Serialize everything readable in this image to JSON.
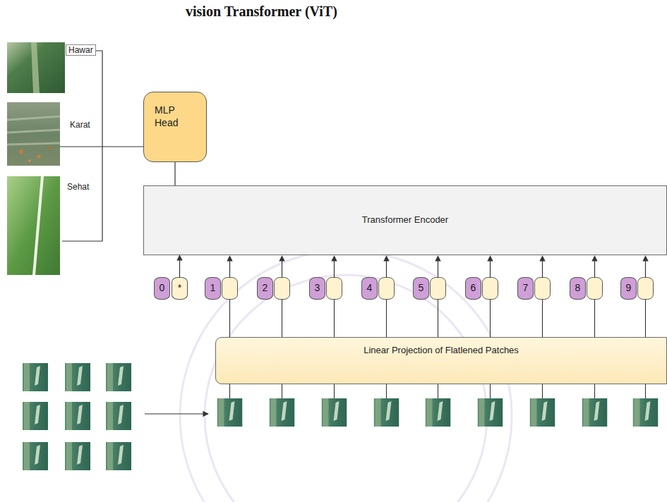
{
  "diagram": {
    "title": "vision Transformer (ViT)",
    "nodes": [
      {
        "text": [
          "MLP Head"
        ]
      },
      {
        "text": [
          "Transformer Encoder"
        ]
      },
      {
        "text": [
          "0"
        ]
      },
      {
        "text": [
          "*"
        ]
      },
      {
        "text": [
          "1"
        ]
      },
      {
        "text": [
          "2"
        ]
      },
      {
        "text": [
          "3"
        ]
      },
      {
        "text": [
          "4"
        ]
      },
      {
        "text": [
          "5"
        ]
      },
      {
        "text": [
          "6"
        ]
      },
      {
        "text": [
          "7"
        ]
      },
      {
        "text": [
          "8"
        ]
      },
      {
        "text": [
          "9"
        ]
      },
      {
        "text": [
          "Linear Projection of Flatlened Patches"
        ]
      }
    ],
    "edges": [
      {
        "from": 1,
        "to": 0,
        "arrow": "none"
      },
      {
        "from": 3,
        "to": 1,
        "arrow": "to"
      }
    ],
    "labels": [
      "Hawar",
      "Karat",
      "Sehat"
    ]
  }
}
